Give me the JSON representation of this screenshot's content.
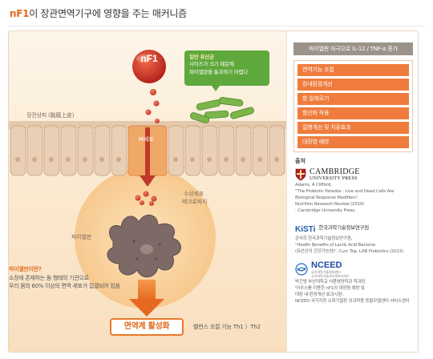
{
  "title": {
    "brand": "nF1",
    "rest": "이  장관면역기구에 영향을 주는 매커니즘"
  },
  "diagram": {
    "nf1_badge": "nF1",
    "bubble": {
      "title": "일반 유산균",
      "line1": "사이즈가 크기 때문에",
      "line2": "파이엘판을 통과하기 어렵다"
    },
    "epithelium_label": "장관상피 (融膜上皮)",
    "m_cell_label": "M세포",
    "macrophage_label_1": "수상세포",
    "macrophage_label_2": "매크로파지",
    "peyer_label": "파이엘판",
    "question": "파이엘판이란?",
    "answer_1": "소장에 존재하는 돔 형태의 기관으로",
    "answer_2": "우리 몸의 60% 이상의 면역 세포가 집결되어 있음",
    "activation_label": "면역계 활성화",
    "balance_label": "밸런스 조절 기능 Th1 〉Th2"
  },
  "panel": {
    "heading": "파이엘판 자극으로 IL-12 / TNF-α 증가",
    "effects": [
      "면역기능 조절",
      "장내환경개선",
      "항 알레르기",
      "항산화 작용",
      "질병개선 및 치유효과",
      "대장염 예방"
    ],
    "source_label": "출처",
    "cambridge": {
      "name": "CAMBRIDGE",
      "sub": "UNIVERSITY PRESS",
      "ref": [
        "Adams, A Clifford,",
        "\"The Probiotic Paradox : Live and Dead Cells Are",
        "Biological Response Modifiers\",",
        "Nutrition Research Review (2010)",
        ": Cambridge University Press."
      ]
    },
    "kisti": {
      "mark": "KiSTi",
      "name": "한국과학기술정보연구원",
      "ref": [
        "강국희  한국과학기술정보연구원,",
        "\"Health Benefits of Lactic Acid Bacteria",
        "(유산균의 건강기능성)\", Curr. Top. LAB Probiotics (2013)"
      ]
    },
    "nceed": {
      "mark": "NCEED",
      "sub": [
        "국가과학기술정보센터",
        "국가과학기술지식정보서비스"
      ],
      "ref": [
        "박건영 부산대학교 식품영양학과 학과장,",
        "'어우스를 이용한 nF1의 대장염 예방 및",
        "대장 내 환경개선 효과시험',",
        "NCEED 국가지정 소화기질환 의과학용 동물모델센터 서비스센터"
      ]
    }
  },
  "colors": {
    "accent": "#e06a1c",
    "effect_bg": "#ef7c3d",
    "bubble_bg": "#5fa83c",
    "panel_head": "#9b9389"
  },
  "icons": [
    "crest-icon",
    "kisti-logo-icon",
    "nceed-logo-icon",
    "macrophage-icon",
    "lactobacillus-icon",
    "nf1-particle-icon"
  ]
}
